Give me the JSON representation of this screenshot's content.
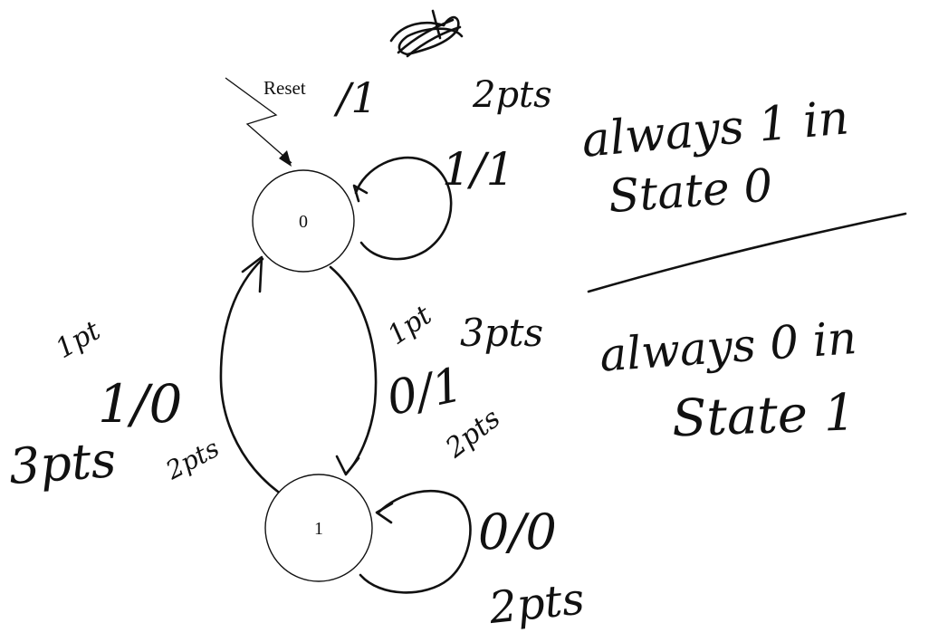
{
  "diagram": {
    "states": [
      {
        "id": "s0",
        "label": "0"
      },
      {
        "id": "s1",
        "label": "1"
      }
    ],
    "reset_label": "Reset",
    "reset_output": "/1",
    "transitions": {
      "s0_self": "1/1",
      "s0_to_s1": "0/1",
      "s1_to_s0": "1/0",
      "s1_self": "0/0"
    },
    "grading_marks": {
      "reset": "2pts",
      "s0_to_s1_top": "1pt",
      "s0_to_s1_side": "3pts",
      "s0_to_s1_below": "2pts",
      "s1_to_s0_top": "1pt",
      "s1_to_s0_main": "3pts",
      "s1_to_s0_small": "2pts",
      "s1_self": "2pts"
    },
    "notes": {
      "line1": "always 1 in",
      "line2": "State 0",
      "line3": "always 0 in",
      "line4": "State 1"
    }
  }
}
